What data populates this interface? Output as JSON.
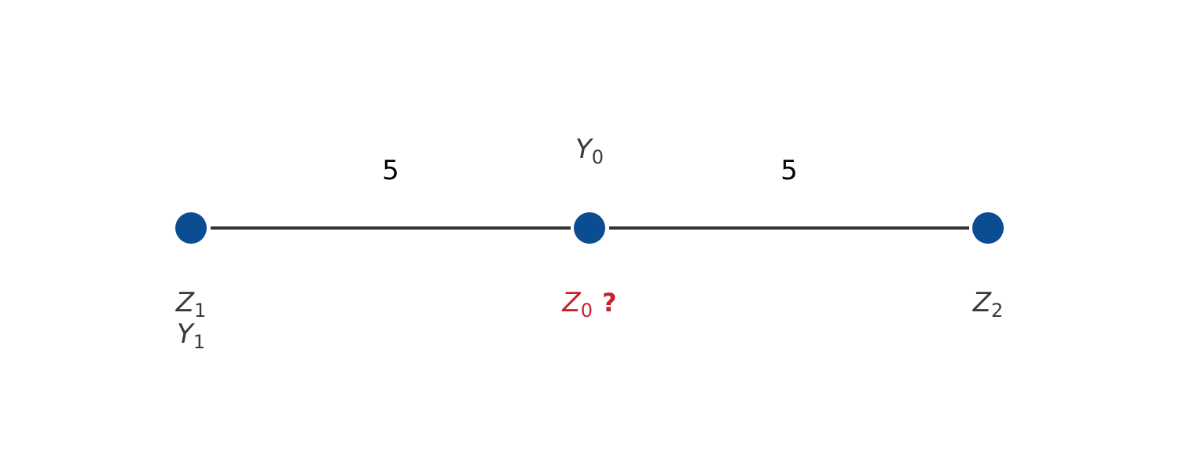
{
  "colors": {
    "node": "#0b4d91",
    "edge": "#333333",
    "label": "#3a3a3a",
    "weight": "#000000",
    "highlight": "#c8202c"
  },
  "nodes": [
    {
      "id": "n1",
      "below": [
        {
          "var": "Z",
          "sub": "1"
        },
        {
          "var": "Y",
          "sub": "1"
        }
      ]
    },
    {
      "id": "n0",
      "above": {
        "var": "Y",
        "sub": "0"
      },
      "below_highlight": {
        "var": "Z",
        "sub": "0",
        "mark": "?"
      }
    },
    {
      "id": "n2",
      "below": [
        {
          "var": "Z",
          "sub": "2"
        }
      ]
    }
  ],
  "edges": [
    {
      "from": "n1",
      "to": "n0",
      "weight": "5"
    },
    {
      "from": "n0",
      "to": "n2",
      "weight": "5"
    }
  ]
}
